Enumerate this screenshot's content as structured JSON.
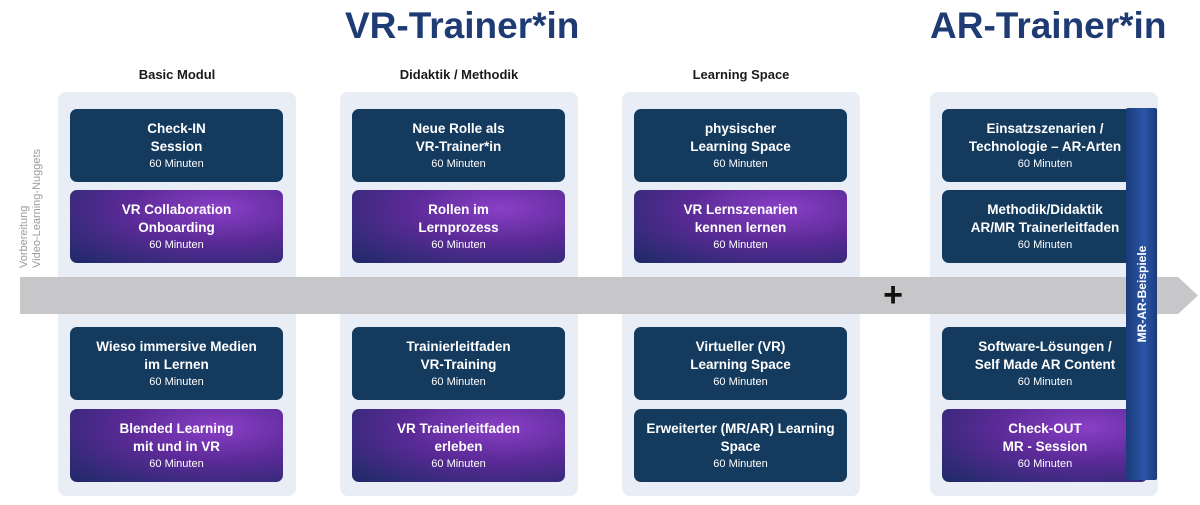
{
  "titles": {
    "vr": "VR-Trainer*in",
    "ar": "AR-Trainer*in"
  },
  "side_label": {
    "line1": "Vorbereitung",
    "line2": "Video-Learning-Nuggets"
  },
  "plus_sign": "+",
  "mr_bar_label": "MR-AR-Beispiele",
  "colors": {
    "title": "#1f3b73",
    "navy_card": "#143a5e",
    "purple_card": "#6b34b0",
    "panel": "#e8edf6",
    "arrow": "#c7c7c9"
  },
  "columns": [
    {
      "heading": "Basic Modul",
      "cards": [
        {
          "title": "Check-IN\nSession",
          "minutes": "60 Minuten",
          "style": "navy"
        },
        {
          "title": "VR Collaboration\nOnboarding",
          "minutes": "60 Minuten",
          "style": "purple"
        },
        {
          "title": "Wieso immersive Medien\nim Lernen",
          "minutes": "60 Minuten",
          "style": "navy"
        },
        {
          "title": "Blended Learning\nmit und in VR",
          "minutes": "60 Minuten",
          "style": "purple"
        }
      ]
    },
    {
      "heading": "Didaktik / Methodik",
      "cards": [
        {
          "title": "Neue Rolle als\nVR-Trainer*in",
          "minutes": "60 Minuten",
          "style": "navy"
        },
        {
          "title": "Rollen im\nLernprozess",
          "minutes": "60 Minuten",
          "style": "purple"
        },
        {
          "title": "Trainierleitfaden\nVR-Training",
          "minutes": "60 Minuten",
          "style": "navy"
        },
        {
          "title": "VR Trainerleitfaden\nerleben",
          "minutes": "60 Minuten",
          "style": "purple"
        }
      ]
    },
    {
      "heading": "Learning Space",
      "cards": [
        {
          "title": "physischer\nLearning Space",
          "minutes": "60 Minuten",
          "style": "navy"
        },
        {
          "title": "VR Lernszenarien\nkennen lernen",
          "minutes": "60 Minuten",
          "style": "purple"
        },
        {
          "title": "Virtueller (VR)\nLearning Space",
          "minutes": "60 Minuten",
          "style": "navy"
        },
        {
          "title": "Erweiterter (MR/AR) Learning\nSpace",
          "minutes": "60 Minuten",
          "style": "navy"
        }
      ]
    },
    {
      "heading": "",
      "cards": [
        {
          "title": "Einsatzszenarien /\nTechnologie – AR-Arten",
          "minutes": "60 Minuten",
          "style": "navy"
        },
        {
          "title": "Methodik/Didaktik\nAR/MR Trainerleitfaden",
          "minutes": "60 Minuten",
          "style": "navy"
        },
        {
          "title": "Software-Lösungen /\nSelf Made AR Content",
          "minutes": "60 Minuten",
          "style": "navy"
        },
        {
          "title": "Check-OUT\nMR - Session",
          "minutes": "60 Minuten",
          "style": "purple"
        }
      ]
    }
  ]
}
